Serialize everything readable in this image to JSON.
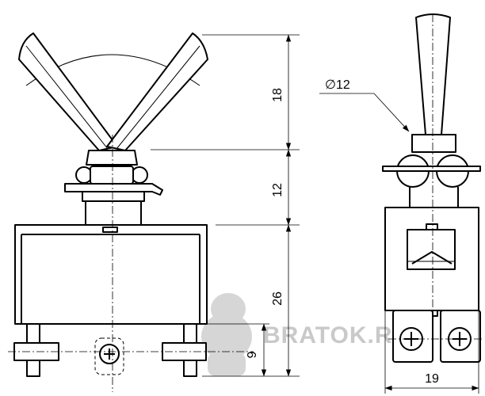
{
  "dimensions": {
    "lever_height": "18",
    "bushing_height": "12",
    "body_height": "26",
    "terminal_height": "9",
    "body_width": "19",
    "lever_diameter": "∅12"
  },
  "watermark": {
    "text": "BRATOK.RU"
  }
}
